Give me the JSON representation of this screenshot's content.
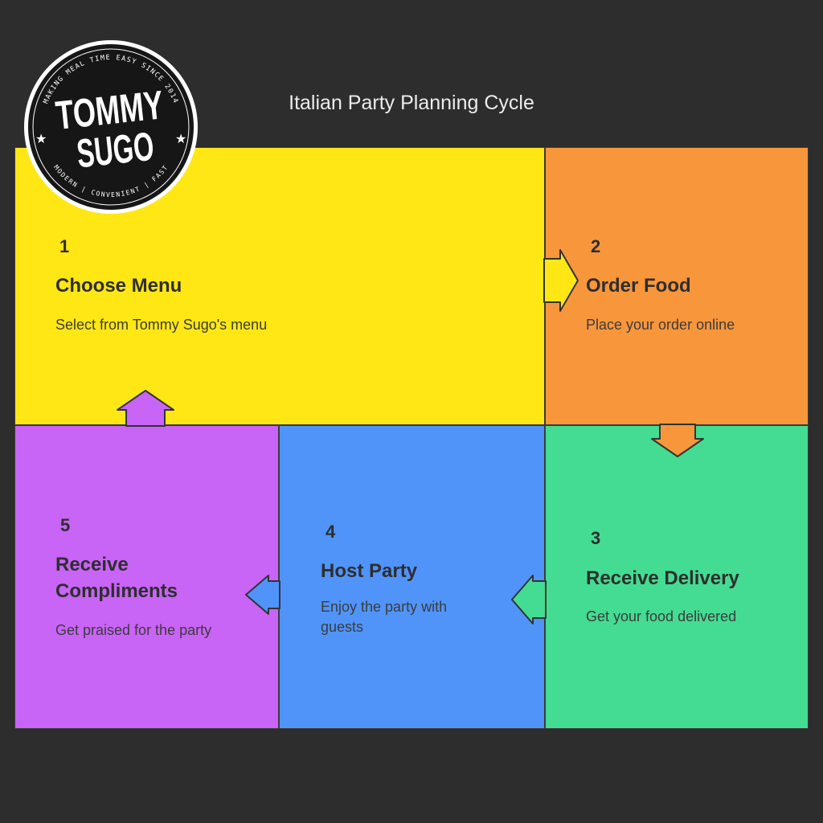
{
  "title": "Italian Party Planning Cycle",
  "logo": {
    "name": "TOMMY SUGO",
    "top_ring": "MAKING MEAL TIME EASY SINCE 2014",
    "bottom_ring": "MODERN | CONVENIENT | FAST"
  },
  "colors": {
    "background": "#2d2d2d",
    "step1": "#ffe715",
    "step2": "#f8963c",
    "step3": "#44dc92",
    "step4": "#5094fa",
    "step5": "#c864f6"
  },
  "steps": [
    {
      "number": "1",
      "heading": "Choose Menu",
      "description": "Select from Tommy Sugo's menu"
    },
    {
      "number": "2",
      "heading": "Order Food",
      "description": "Place your order online"
    },
    {
      "number": "3",
      "heading": "Receive Delivery",
      "description": "Get your food delivered"
    },
    {
      "number": "4",
      "heading": "Host Party",
      "description": "Enjoy the party with guests"
    },
    {
      "number": "5",
      "heading": "Receive Compliments",
      "description": "Get praised for the party"
    }
  ]
}
